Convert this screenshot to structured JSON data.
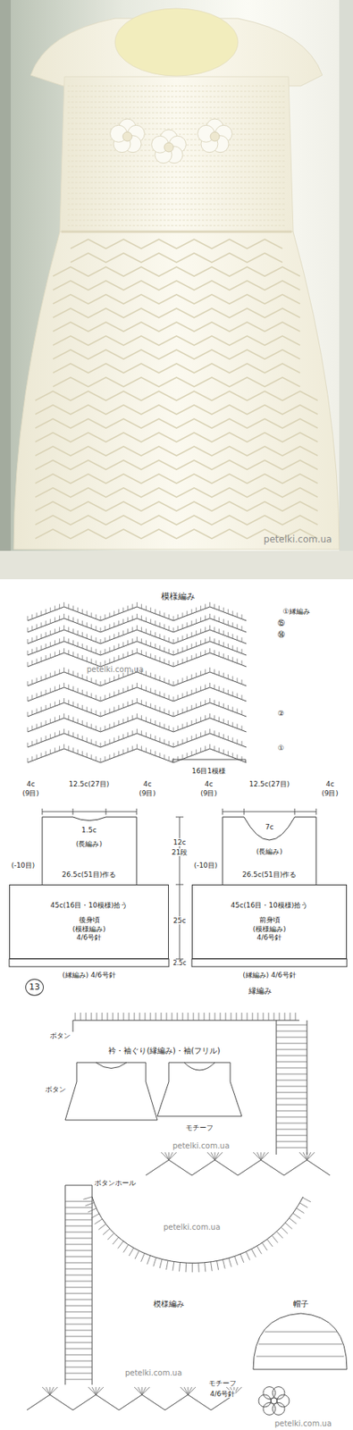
{
  "diagram": {
    "nodes": [
      {
        "text": [
          "45c(16目・10模様)拾う",
          "後身頃",
          "(模様編み)",
          "4/6号針"
        ]
      },
      {
        "text": [
          "45c(16目・10模様)拾う",
          "前身頃",
          "(模様編み)",
          "4/6号針"
        ]
      },
      {
        "text": [
          "13"
        ]
      }
    ],
    "labels": [
      "petelki.com.ua",
      "模様編み",
      "①縁編み",
      "⑮",
      "⑭",
      "petelki.com.ua",
      "②",
      "①",
      "16目1模様",
      "4c",
      "(9目)",
      "12.5c(27目)",
      "4c",
      "(9目)",
      "1.5c",
      "(長編み)",
      "26.5c(51目)作る",
      "(-10目)",
      "12c",
      "21段",
      "25c",
      "2.5c",
      "(縁編み) 4/6号針",
      "4c",
      "(9目)",
      "12.5c(27目)",
      "4c",
      "(9目)",
      "7c",
      "(長編み)",
      "(-10目)",
      "26.5c(51目)作る",
      "(縁編み) 4/6号針",
      "縁編み",
      "ボタン",
      "衿・袖ぐり(縁編み)・袖(フリル)",
      "ボタン",
      "モチーフ",
      "petelki.com.ua",
      "ボタンホール",
      "petelki.com.ua",
      "模様編み",
      "帽子",
      "モチーフ",
      "4/6号針",
      "petelki.com.ua",
      "petelki.com.ua"
    ]
  }
}
